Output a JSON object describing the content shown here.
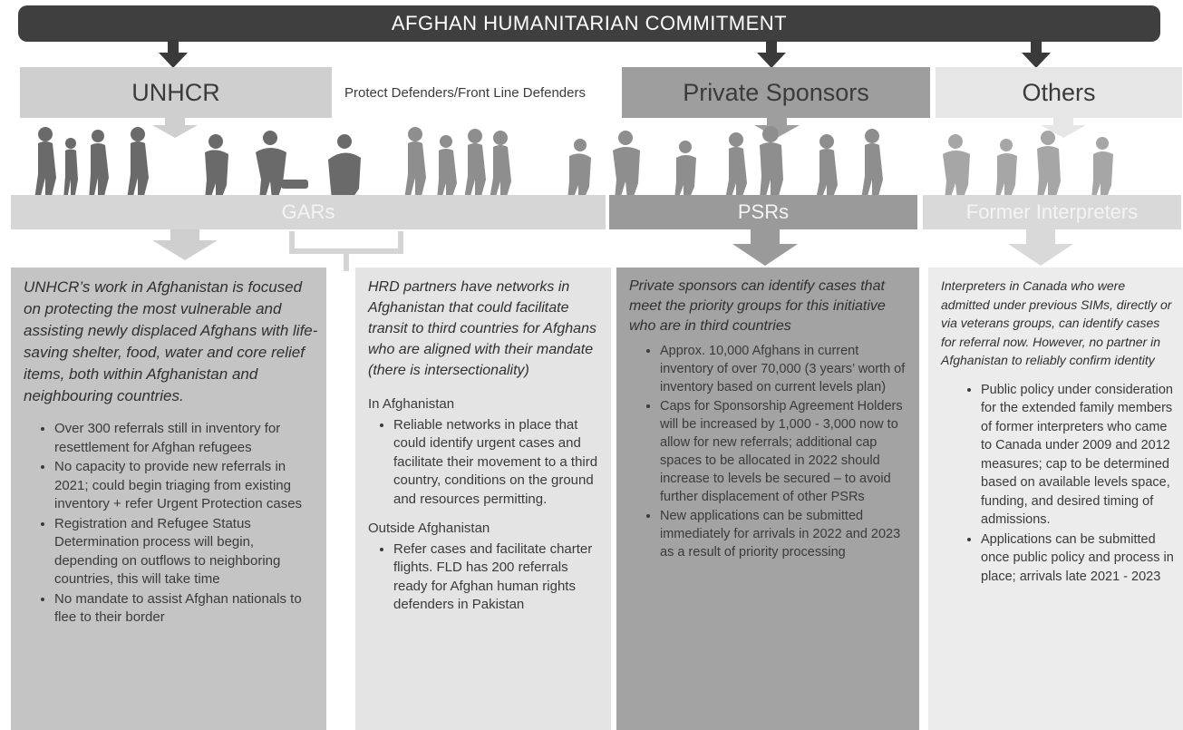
{
  "header": {
    "title": "AFGHAN HUMANITARIAN COMMITMENT"
  },
  "organizations": {
    "unhcr": "UNHCR",
    "protect_defenders": "Protect Defenders/Front Line Defenders",
    "private_sponsors": "Private Sponsors",
    "others": "Others"
  },
  "streams": {
    "gars": "GARs",
    "psrs": "PSRs",
    "former_interpreters": "Former Interpreters"
  },
  "cards": {
    "unhcr": {
      "lead": "UNHCR’s work in Afghanistan is focused on protecting the most vulnerable and assisting newly displaced Afghans with life-saving shelter, food, water and core relief items, both within Afghanistan and neighbouring countries.",
      "bullets": [
        "Over 300 referrals still in inventory for resettlement for Afghan refugees",
        "No capacity to provide new referrals in 2021; could begin triaging from existing inventory + refer Urgent Protection cases",
        "Registration and Refugee Status Determination process will begin, depending on outflows to neighboring countries, this will take time",
        "No mandate to assist Afghan nationals to flee to their border"
      ]
    },
    "hrd": {
      "lead": "HRD partners have networks in Afghanistan that could facilitate transit to third countries for Afghans who are aligned with their mandate (there is intersectionality)",
      "in_heading": "In Afghanistan",
      "in_bullets": [
        "Reliable networks in place that could identify urgent cases and facilitate their movement to a third country, conditions on the ground and resources permitting."
      ],
      "out_heading": "Outside Afghanistan",
      "out_bullets": [
        "Refer cases and facilitate charter flights. FLD has 200 referrals ready for Afghan human rights defenders in Pakistan"
      ]
    },
    "private": {
      "lead": "Private sponsors can identify cases that meet the priority groups for this initiative who are in third countries",
      "bullets": [
        "Approx. 10,000 Afghans in current inventory of over 70,000 (3 years’ worth of inventory based on current levels plan)",
        "Caps for Sponsorship Agreement Holders will be increased by 1,000 - 3,000 now to allow for new referrals; additional cap spaces to be allocated in 2022 should increase to levels be secured – to avoid further displacement of other PSRs",
        "New applications can be submitted immediately for arrivals in 2022 and 2023 as a result of priority processing"
      ]
    },
    "others": {
      "lead": "Interpreters in Canada who were admitted under previous SIMs, directly or via veterans groups, can identify cases for referral now. However, no partner in Afghanistan to reliably confirm identity",
      "bullets": [
        "Public policy under consideration for the extended family members of former interpreters who came to Canada under 2009 and 2012 measures; cap to be determined based on available levels space, funding, and desired timing of admissions.",
        "Applications can be submitted once public policy and process in place; arrivals late 2021 - 2023"
      ]
    }
  }
}
